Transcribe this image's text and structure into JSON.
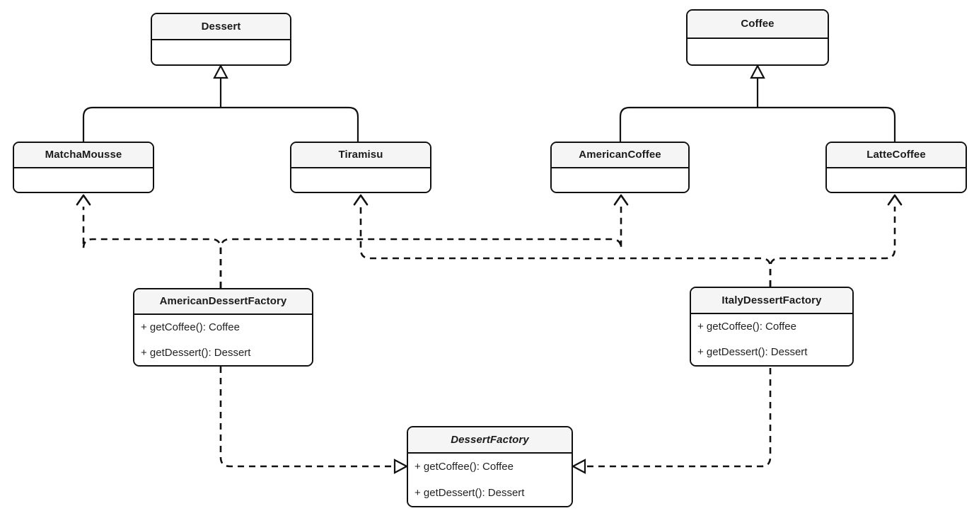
{
  "diagram": {
    "title": "Abstract Factory UML class diagram",
    "type": "uml-class-diagram",
    "background": "#ffffff",
    "line_color": "#111111",
    "header_fill": "#f5f5f5",
    "body_fill": "#ffffff"
  },
  "classes": {
    "dessert": {
      "name": "Dessert",
      "stereotype": "abstract-product",
      "abstract": false,
      "members": []
    },
    "coffee": {
      "name": "Coffee",
      "stereotype": "abstract-product",
      "abstract": false,
      "members": []
    },
    "matcha_mousse": {
      "name": "MatchaMousse",
      "stereotype": "concrete-product",
      "abstract": false,
      "members": []
    },
    "tiramisu": {
      "name": "Tiramisu",
      "stereotype": "concrete-product",
      "abstract": false,
      "members": []
    },
    "american_coffee": {
      "name": "AmericanCoffee",
      "stereotype": "concrete-product",
      "abstract": false,
      "members": []
    },
    "latte_coffee": {
      "name": "LatteCoffee",
      "stereotype": "concrete-product",
      "abstract": false,
      "members": []
    },
    "american_dessert_factory": {
      "name": "AmericanDessertFactory",
      "stereotype": "concrete-factory",
      "abstract": false,
      "members": [
        "+ getCoffee(): Coffee",
        "+ getDessert(): Dessert"
      ]
    },
    "italy_dessert_factory": {
      "name": "ItalyDessertFactory",
      "stereotype": "concrete-factory",
      "abstract": false,
      "members": [
        "+ getCoffee(): Coffee",
        "+ getDessert(): Dessert"
      ]
    },
    "dessert_factory": {
      "name": "DessertFactory",
      "stereotype": "abstract-factory",
      "abstract": true,
      "members": [
        "+ getCoffee(): Coffee",
        "+ getDessert(): Dessert"
      ]
    }
  },
  "relations": [
    {
      "id": "rel-matchamousse-dessert",
      "from": "MatchaMousse",
      "to": "Dessert",
      "kind": "generalization",
      "style": "solid",
      "arrowhead": "hollow-triangle"
    },
    {
      "id": "rel-tiramisu-dessert",
      "from": "Tiramisu",
      "to": "Dessert",
      "kind": "generalization",
      "style": "solid",
      "arrowhead": "hollow-triangle"
    },
    {
      "id": "rel-americancoffee-coffee",
      "from": "AmericanCoffee",
      "to": "Coffee",
      "kind": "generalization",
      "style": "solid",
      "arrowhead": "hollow-triangle"
    },
    {
      "id": "rel-lattecoffee-coffee",
      "from": "LatteCoffee",
      "to": "Coffee",
      "kind": "generalization",
      "style": "solid",
      "arrowhead": "hollow-triangle"
    },
    {
      "id": "rel-americanfactory-matchamousse",
      "from": "AmericanDessertFactory",
      "to": "MatchaMousse",
      "kind": "dependency",
      "style": "dashed",
      "arrowhead": "open-arrow"
    },
    {
      "id": "rel-americanfactory-americancoffee",
      "from": "AmericanDessertFactory",
      "to": "AmericanCoffee",
      "kind": "dependency",
      "style": "dashed",
      "arrowhead": "open-arrow"
    },
    {
      "id": "rel-italyfactory-tiramisu",
      "from": "ItalyDessertFactory",
      "to": "Tiramisu",
      "kind": "dependency",
      "style": "dashed",
      "arrowhead": "open-arrow"
    },
    {
      "id": "rel-italyfactory-lattecoffee",
      "from": "ItalyDessertFactory",
      "to": "LatteCoffee",
      "kind": "dependency",
      "style": "dashed",
      "arrowhead": "open-arrow"
    },
    {
      "id": "rel-americanfactory-dessertfactory",
      "from": "AmericanDessertFactory",
      "to": "DessertFactory",
      "kind": "realization",
      "style": "dashed",
      "arrowhead": "hollow-triangle"
    },
    {
      "id": "rel-italyfactory-dessertfactory",
      "from": "ItalyDessertFactory",
      "to": "DessertFactory",
      "kind": "realization",
      "style": "dashed",
      "arrowhead": "hollow-triangle"
    }
  ]
}
